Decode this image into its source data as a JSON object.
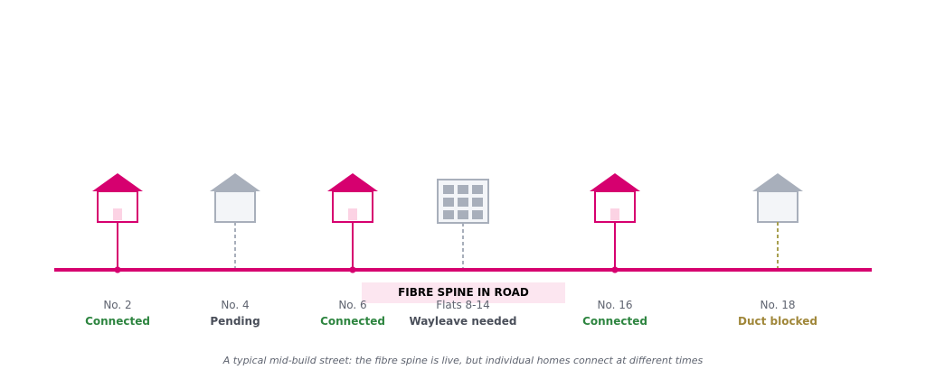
{
  "colors": {
    "spine": "#d6006f",
    "pending": "#a8afbb",
    "connected_text": "#2e8540",
    "pending_text": "#4a4f5a",
    "blocked_text": "#a0873a",
    "blocked_drop": "#a8a050",
    "label_bg": "#fce6f0",
    "window_fill": "#fcd3e4",
    "house_fill_pending": "#f3f5f8"
  },
  "spine": {
    "label": "FIBRE SPINE IN ROAD"
  },
  "homes": [
    {
      "kind": "house",
      "state": "connected",
      "address": "No. 2",
      "status": "Connected"
    },
    {
      "kind": "house",
      "state": "pending",
      "address": "No. 4",
      "status": "Pending"
    },
    {
      "kind": "house",
      "state": "connected",
      "address": "No. 6",
      "status": "Connected"
    },
    {
      "kind": "flats",
      "state": "wayleave",
      "address": "Flats 8-14",
      "status": "Wayleave needed"
    },
    {
      "kind": "house",
      "state": "connected",
      "address": "No. 16",
      "status": "Connected"
    },
    {
      "kind": "house",
      "state": "blocked",
      "address": "No. 18",
      "status": "Duct blocked"
    }
  ],
  "caption": "A typical mid-build street: the fibre spine is live, but individual homes connect at different times"
}
